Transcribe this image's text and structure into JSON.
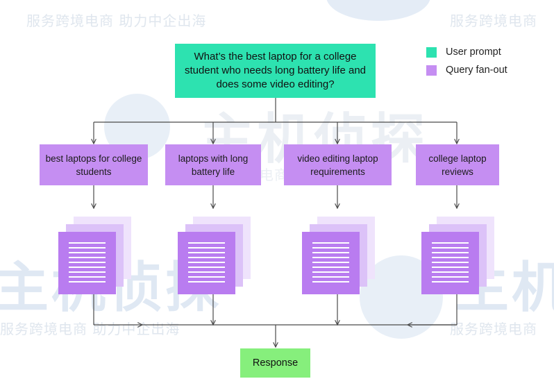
{
  "prompt": {
    "text": "What’s the best laptop for a college student who needs long battery life and does some video editing?"
  },
  "legend": {
    "items": [
      {
        "label": "User prompt",
        "color": "#2de2b0"
      },
      {
        "label": "Query fan-out",
        "color": "#c58ef2"
      }
    ]
  },
  "queries": [
    {
      "label": "best laptops for college students"
    },
    {
      "label": "laptops with long battery life"
    },
    {
      "label": "video editing laptop requirements"
    },
    {
      "label": "college laptop reviews"
    }
  ],
  "response": {
    "label": "Response"
  },
  "watermark": {
    "caption": "服务跨境电商 助力中企出海",
    "caption_short": "服务跨境电商",
    "brand": "主机侦探"
  },
  "colors": {
    "user_prompt": "#2de2b0",
    "query_fanout": "#c58ef2",
    "response": "#86ef7c",
    "document": "#b97cf0",
    "connector": "#4a4a4a"
  }
}
